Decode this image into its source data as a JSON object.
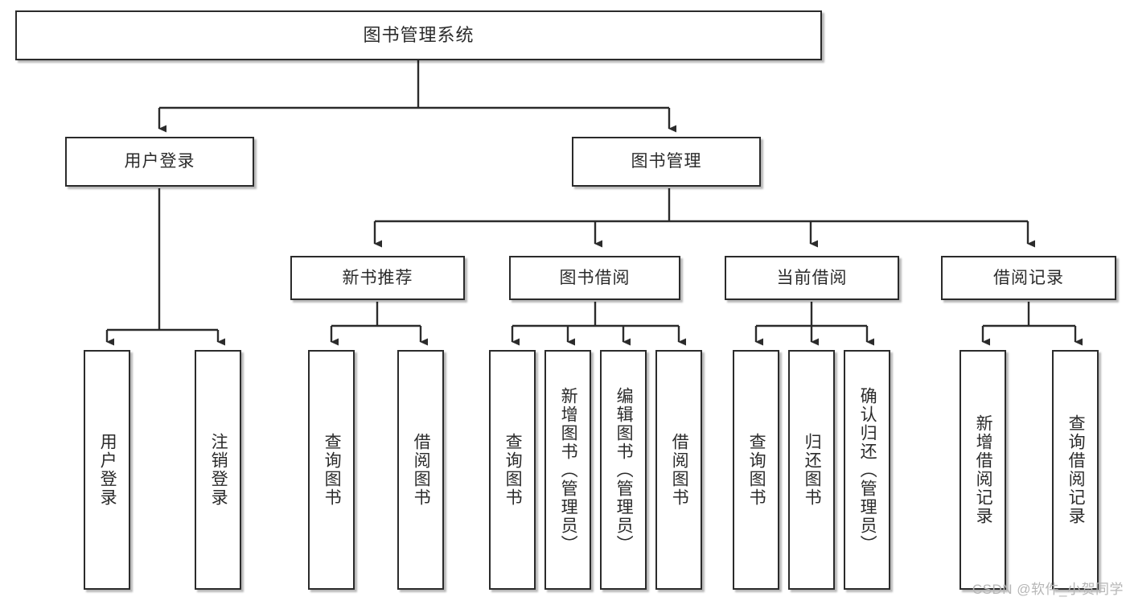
{
  "diagram": {
    "title": "图书管理系统",
    "type": "tree-hierarchy-chart",
    "root": {
      "label": "图书管理系统"
    },
    "level2": [
      {
        "label": "用户登录"
      },
      {
        "label": "图书管理"
      }
    ],
    "level3": [
      {
        "label": "新书推荐"
      },
      {
        "label": "图书借阅"
      },
      {
        "label": "当前借阅"
      },
      {
        "label": "借阅记录"
      }
    ],
    "leaves": {
      "user_login": [
        {
          "label": "用户登录"
        },
        {
          "label": "注销登录"
        }
      ],
      "new_book_recommend": [
        {
          "label": "查询图书"
        },
        {
          "label": "借阅图书"
        }
      ],
      "book_borrow": [
        {
          "label": "查询图书"
        },
        {
          "label": "新增图书（管理员）"
        },
        {
          "label": "编辑图书（管理员）"
        },
        {
          "label": "借阅图书"
        }
      ],
      "current_borrow": [
        {
          "label": "查询图书"
        },
        {
          "label": "归还图书"
        },
        {
          "label": "确认归还（管理员）"
        }
      ],
      "borrow_record": [
        {
          "label": "新增借阅记录"
        },
        {
          "label": "查询借阅记录"
        }
      ]
    }
  },
  "watermark": {
    "text": "CSDN @软件_小贺同学"
  },
  "colors": {
    "stroke": "#2b2b2b",
    "fill": "#ffffff",
    "text": "#2b2b2b",
    "watermark": "#b6b6b6"
  }
}
